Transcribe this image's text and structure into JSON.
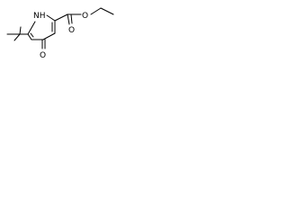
{
  "molecule": {
    "atoms": {
      "nh": "NH",
      "keto_o": "O",
      "ester_carbonyl_o": "O",
      "ester_ether_o": "O"
    }
  }
}
